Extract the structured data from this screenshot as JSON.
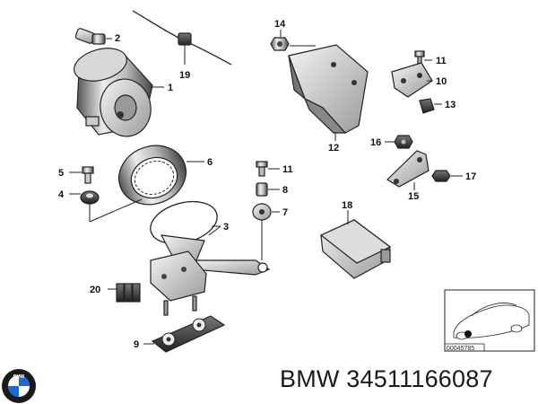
{
  "callouts": {
    "c1": "1",
    "c2": "2",
    "c3": "3",
    "c4": "4",
    "c5": "5",
    "c6": "6",
    "c7": "7",
    "c8": "8",
    "c9": "9",
    "c10": "10",
    "c11a": "11",
    "c11b": "11",
    "c12": "12",
    "c13": "13",
    "c14": "14",
    "c15": "15",
    "c16": "16",
    "c17": "17",
    "c18": "18",
    "c19": "19",
    "c20": "20"
  },
  "inset": {
    "code": "00045785"
  },
  "caption": {
    "text": "BMW 34511166087"
  },
  "logo": {
    "letters": "BMW",
    "colors": {
      "ring": "#1a1a1a",
      "blue": "#1c69d4",
      "white": "#ffffff"
    }
  }
}
